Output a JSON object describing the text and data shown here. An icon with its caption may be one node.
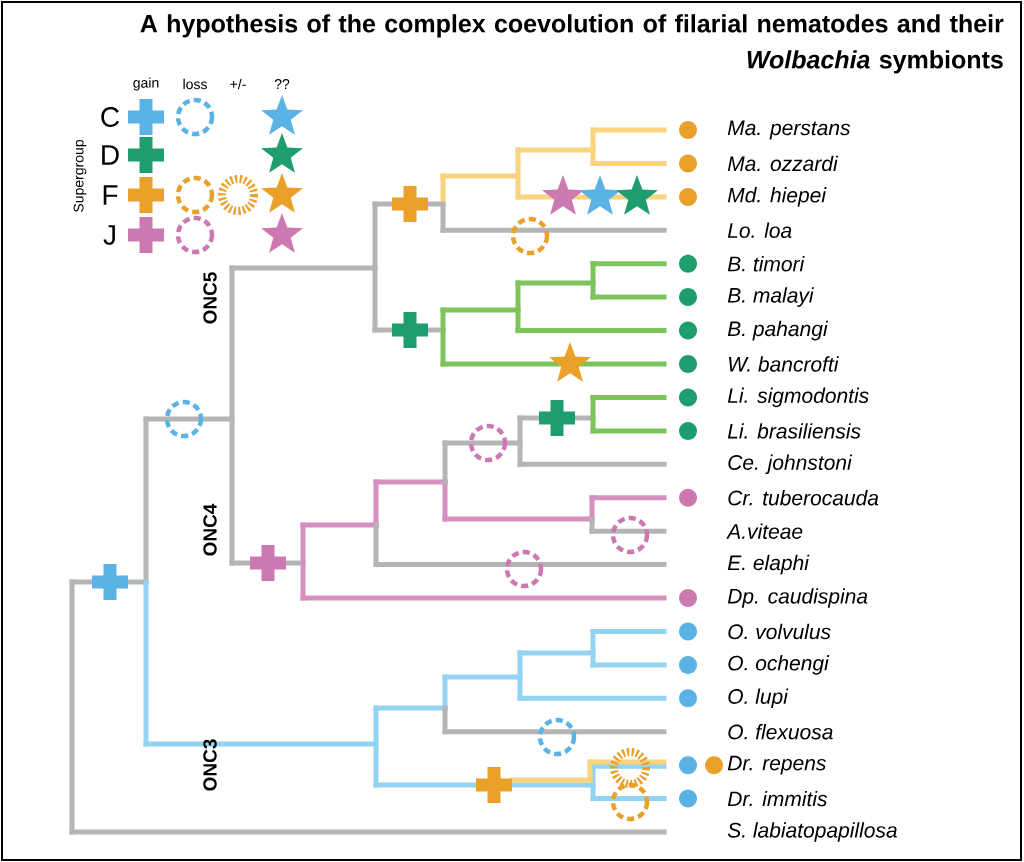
{
  "diagram": {
    "title": "A hypothesis of the complex coevolution of filarial nematodes and their *Wolbachia* symbionts",
    "labels": [
      "gain",
      "loss",
      "+/-",
      "??",
      "Supergroup",
      "ONC5",
      "ONC4",
      "ONC3",
      "Ma. perstans",
      "Ma. ozzardi",
      "Md. hiepei",
      "Lo. loa",
      "B. timori",
      "B. malayi",
      "B. pahangi",
      "W. bancrofti",
      "Li. sigmodontis",
      "Li. brasiliensis",
      "Ce. johnstoni",
      "Cr. tuberocauda",
      "A.viteae",
      "E. elaphi",
      "Dp. caudispina",
      "O. volvulus",
      "O. ochengi",
      "O. lupi",
      "O. flexuosa",
      "Dr. repens",
      "Dr. immitis",
      "S. labiatopapillosa"
    ],
    "legend": [
      {
        "text": "C"
      },
      {
        "text": "D"
      },
      {
        "text": "F"
      },
      {
        "text": "J"
      }
    ]
  }
}
